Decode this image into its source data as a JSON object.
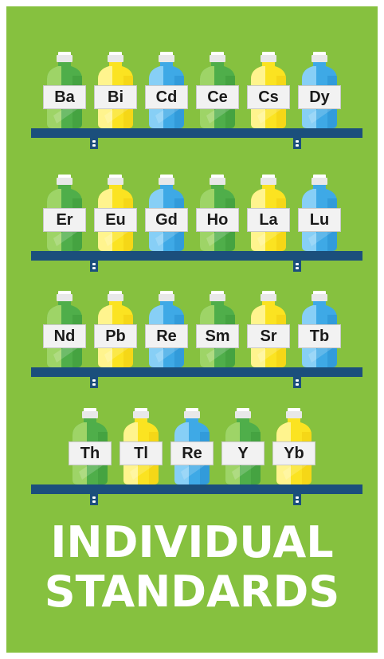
{
  "title": {
    "line1": "INDIVIDUAL",
    "line2": "STANDARDS"
  },
  "colors": {
    "background": "#86c13f",
    "shelf": "#1b4f7c",
    "green_bottle": "#4fae4a",
    "yellow_bottle": "#fbe321",
    "blue_bottle": "#3ea9e6"
  },
  "shelves": [
    {
      "bottles": [
        {
          "label": "Ba",
          "color": "green"
        },
        {
          "label": "Bi",
          "color": "yellow"
        },
        {
          "label": "Cd",
          "color": "blue"
        },
        {
          "label": "Ce",
          "color": "green"
        },
        {
          "label": "Cs",
          "color": "yellow"
        },
        {
          "label": "Dy",
          "color": "blue"
        }
      ]
    },
    {
      "bottles": [
        {
          "label": "Er",
          "color": "green"
        },
        {
          "label": "Eu",
          "color": "yellow"
        },
        {
          "label": "Gd",
          "color": "blue"
        },
        {
          "label": "Ho",
          "color": "green"
        },
        {
          "label": "La",
          "color": "yellow"
        },
        {
          "label": "Lu",
          "color": "blue"
        }
      ]
    },
    {
      "bottles": [
        {
          "label": "Nd",
          "color": "green"
        },
        {
          "label": "Pb",
          "color": "yellow"
        },
        {
          "label": "Re",
          "color": "blue"
        },
        {
          "label": "Sm",
          "color": "green"
        },
        {
          "label": "Sr",
          "color": "yellow"
        },
        {
          "label": "Tb",
          "color": "blue"
        }
      ]
    },
    {
      "bottles": [
        {
          "label": "Th",
          "color": "green"
        },
        {
          "label": "Tl",
          "color": "yellow"
        },
        {
          "label": "Re",
          "color": "blue"
        },
        {
          "label": "Y",
          "color": "green"
        },
        {
          "label": "Yb",
          "color": "yellow"
        }
      ]
    }
  ]
}
